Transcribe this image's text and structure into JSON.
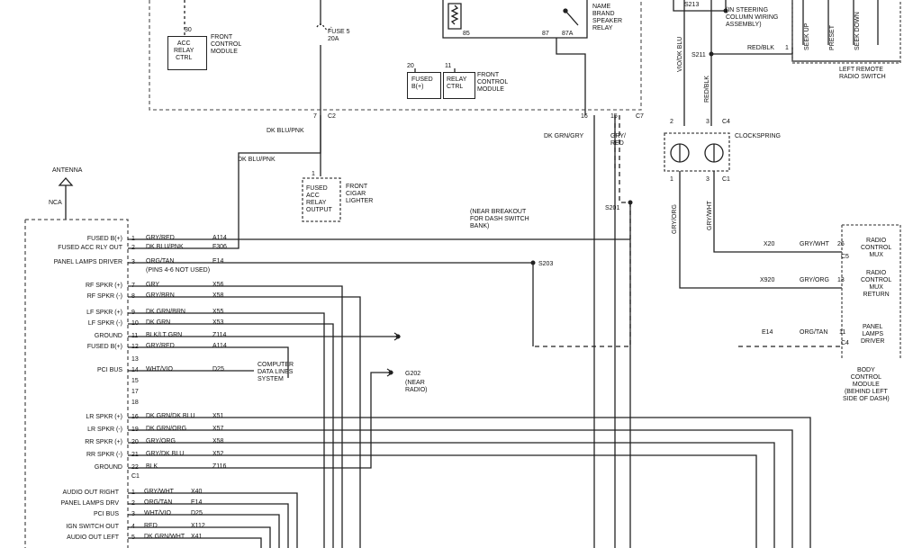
{
  "top_left": {
    "pin_30": "30",
    "acc_relay_ctrl": "ACC\nRELAY\nCTRL",
    "front_control_module": "FRONT\nCONTROL\nMODULE",
    "fuse_5": "FUSE 5\n20A"
  },
  "top_mid": {
    "relay_title": "NAME\nBRAND\nSPEAKER\nRELAY",
    "pin_85": "85",
    "pin_87": "87",
    "pin_87a": "87A",
    "pin_20": "20",
    "pin_11": "11",
    "fused_b": "FUSED\nB(+)",
    "relay_ctrl": "RELAY\nCTRL",
    "front_control_module": "FRONT\nCONTROL\nMODULE"
  },
  "top_right": {
    "s213": "S213",
    "steering": "(IN STEERING\nCOLUMN WIRING\nASSEMBLY)",
    "s211": "S211",
    "red_blk": "RED/BLK",
    "pin_1": "1",
    "wire_vert_1": "VIO/DK BLU",
    "wire_vert_2": "RED/BLK",
    "left_remote": "LEFT REMOTE\nRADIO SWITCH",
    "switches": [
      "SEEK UP",
      "PRESET",
      "SEEK DOWN"
    ]
  },
  "connectors": {
    "c2": "C2",
    "c2_pin": "7",
    "c7": "C7",
    "c7_pin_16": "16",
    "c7_pin_15": "15",
    "c4": "C4",
    "c4_pin_2": "2",
    "c4_pin_3": "3",
    "c1": "C1",
    "c1_pin_1": "1",
    "c1_pin_3": "3",
    "c1_radio": "C1"
  },
  "wires": {
    "dk_blu_pnk": "DK BLU/PNK",
    "dk_blu_pnk_2": "DK BLU/PNK",
    "dk_grn_gry": "DK GRN/GRY",
    "gry_red": "GRY/\nRED",
    "gry_org": "GRY/ORG",
    "gry_wht": "GRY/WHT"
  },
  "clockspring": "CLOCKSPRING",
  "cigar": {
    "pin_1": "1",
    "label": "FUSED\nACC\nRELAY\nOUTPUT",
    "name": "FRONT\nCIGAR\nLIGHTER"
  },
  "antenna": {
    "label": "ANTENNA",
    "nca": "NCA"
  },
  "splices": {
    "breakout": "(NEAR BREAKOUT\nFOR DASH SWITCH\nBANK)",
    "s203": "S203",
    "s201": "S201",
    "g202": "G202",
    "g202_note": "(NEAR\nRADIO)",
    "computer": "COMPUTER\nDATA LINES\nSYSTEM"
  },
  "radio_pins": [
    {
      "label": "FUSED B(+)",
      "pin": "1",
      "color": "GRY/RED",
      "circuit": "A114"
    },
    {
      "label": "FUSED ACC RLY OUT",
      "pin": "2",
      "color": "DK BLU/PNK",
      "circuit": "F306"
    },
    {
      "label": "PANEL LAMPS DRIVER",
      "pin": "3",
      "color": "ORG/TAN",
      "circuit": "E14"
    },
    {
      "label": "",
      "pin": "",
      "color": "(PINS 4-6 NOT USED)",
      "circuit": ""
    },
    {
      "label": "RF SPKR (+)",
      "pin": "7",
      "color": "GRY",
      "circuit": "X56"
    },
    {
      "label": "RF SPKR (-)",
      "pin": "8",
      "color": "GRY/BRN",
      "circuit": "X58"
    },
    {
      "label": "LF SPKR (+)",
      "pin": "9",
      "color": "DK GRN/BRN",
      "circuit": "X55"
    },
    {
      "label": "LF SPKR (-)",
      "pin": "10",
      "color": "DK GRN",
      "circuit": "X53"
    },
    {
      "label": "GROUND",
      "pin": "11",
      "color": "BLK/LT GRN",
      "circuit": "Z114"
    },
    {
      "label": "FUSED B(+)",
      "pin": "12",
      "color": "GRY/RED",
      "circuit": "A114"
    },
    {
      "label": "",
      "pin": "13",
      "color": "",
      "circuit": ""
    },
    {
      "label": "PCI BUS",
      "pin": "14",
      "color": "WHT/VIO",
      "circuit": "D25"
    },
    {
      "label": "",
      "pin": "15",
      "color": "",
      "circuit": ""
    },
    {
      "label": "",
      "pin": "17",
      "color": "",
      "circuit": ""
    },
    {
      "label": "",
      "pin": "18",
      "color": "",
      "circuit": ""
    },
    {
      "label": "LR SPKR (+)",
      "pin": "16",
      "color": "DK GRN/DK BLU",
      "circuit": "X51"
    },
    {
      "label": "LR SPKR (-)",
      "pin": "19",
      "color": "DK GRN/ORG",
      "circuit": "X57"
    },
    {
      "label": "RR SPKR (+)",
      "pin": "20",
      "color": "GRY/ORG",
      "circuit": "X58"
    },
    {
      "label": "RR SPKR (-)",
      "pin": "21",
      "color": "GRY/DK BLU",
      "circuit": "X52"
    },
    {
      "label": "GROUND",
      "pin": "22",
      "color": "BLK",
      "circuit": "Z116"
    }
  ],
  "c2_pins": [
    {
      "label": "AUDIO OUT RIGHT",
      "pin": "1",
      "color": "GRY/WHT",
      "circuit": "X40"
    },
    {
      "label": "PANEL LAMPS DRV",
      "pin": "2",
      "color": "ORG/TAN",
      "circuit": "E14"
    },
    {
      "label": "PCI BUS",
      "pin": "3",
      "color": "WHT/VIO",
      "circuit": "D25"
    },
    {
      "label": "IGN SWITCH OUT",
      "pin": "4",
      "color": "RED",
      "circuit": "X112"
    },
    {
      "label": "AUDIO OUT LEFT",
      "pin": "5",
      "color": "DK GRN/WHT",
      "circuit": "X41"
    }
  ],
  "bcm": {
    "x20": "X20",
    "gry_wht": "GRY/WHT",
    "pin_26": "26",
    "c5": "C5",
    "radio_control_mux": "RADIO\nCONTROL\nMUX",
    "x920": "X920",
    "gry_org": "GRY/ORG",
    "pin_13": "13",
    "radio_control_mux_return": "RADIO\nCONTROL\nMUX\nRETURN",
    "e14": "E14",
    "org_tan": "ORG/TAN",
    "pin_11": "11",
    "c4": "C4",
    "panel_lamps_driver": "PANEL\nLAMPS\nDRIVER",
    "module": "BODY\nCONTROL\nMODULE\n(BEHIND LEFT\nSIDE OF DASH)"
  }
}
